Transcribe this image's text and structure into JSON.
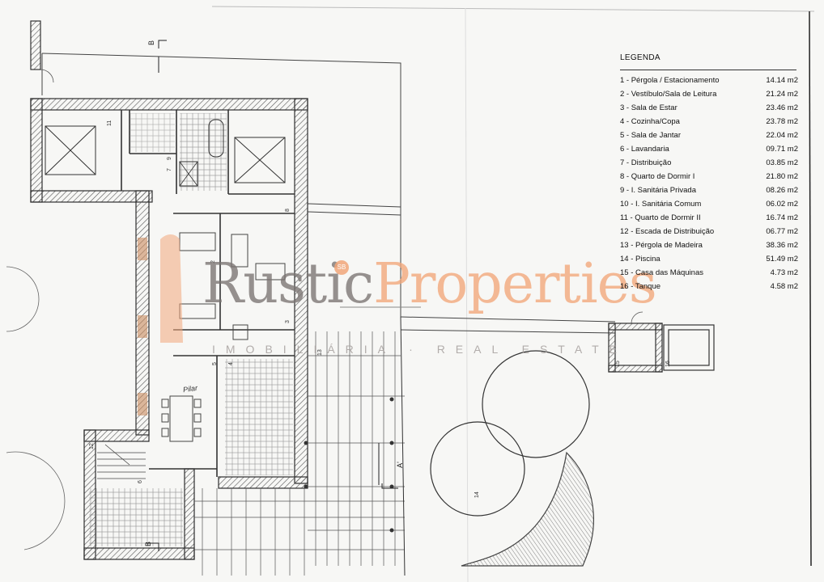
{
  "legend": {
    "title": "LEGENDA",
    "items": [
      {
        "name": "1 - Pérgola / Estacionamento",
        "area": "14.14 m2"
      },
      {
        "name": "2 - Vestíbulo/Sala de Leitura",
        "area": "21.24 m2"
      },
      {
        "name": "3 - Sala de Estar",
        "area": "23.46 m2"
      },
      {
        "name": "4 - Cozinha/Copa",
        "area": "23.78 m2"
      },
      {
        "name": "5 - Sala de Jantar",
        "area": "22.04 m2"
      },
      {
        "name": "6 - Lavandaria",
        "area": "09.71 m2"
      },
      {
        "name": "7 - Distribuição",
        "area": "03.85 m2"
      },
      {
        "name": "8 - Quarto de Dormir I",
        "area": "21.80 m2"
      },
      {
        "name": "9 - I. Sanitária Privada",
        "area": "08.26 m2"
      },
      {
        "name": "10 - I. Sanitária Comum",
        "area": "06.02 m2"
      },
      {
        "name": "11 - Quarto de Dormir II",
        "area": "16.74 m2"
      },
      {
        "name": "12 - Escada de Distribuição",
        "area": "06.77 m2"
      },
      {
        "name": "13 - Pérgola de Madeira",
        "area": "38.36 m2"
      },
      {
        "name": "14 - Piscina",
        "area": "51.49 m2"
      },
      {
        "name": "15 - Casa das Máquinas",
        "area": "4.73 m2"
      },
      {
        "name": "16 - Tanque",
        "area": "4.58 m2"
      }
    ]
  },
  "watermark": {
    "word1": "Rustic",
    "word2": "Properties",
    "badge": "SB",
    "tagline": "IMOBILIÁRIA · REAL ESTATE"
  },
  "plan_labels": {
    "room_11": "11",
    "room_9": "9",
    "room_8": "8",
    "room_7": "7",
    "room_3": "3",
    "room_2": "2",
    "room_13": "13",
    "room_5": "5",
    "room_4": "4",
    "room_12": "12",
    "room_6": "6",
    "room_14": "14",
    "room_15": "15",
    "room_16": "16",
    "handwritten": "Pilar"
  },
  "section_marks": {
    "b_top": "B",
    "b_bottom": "B",
    "a_prime": "A'"
  },
  "colors": {
    "wall": "#3a3a3a",
    "wall_hatch": "#6b6b6b",
    "line": "#444444",
    "watermark_grey": "#7a7472",
    "watermark_orange": "#f2a77a"
  }
}
